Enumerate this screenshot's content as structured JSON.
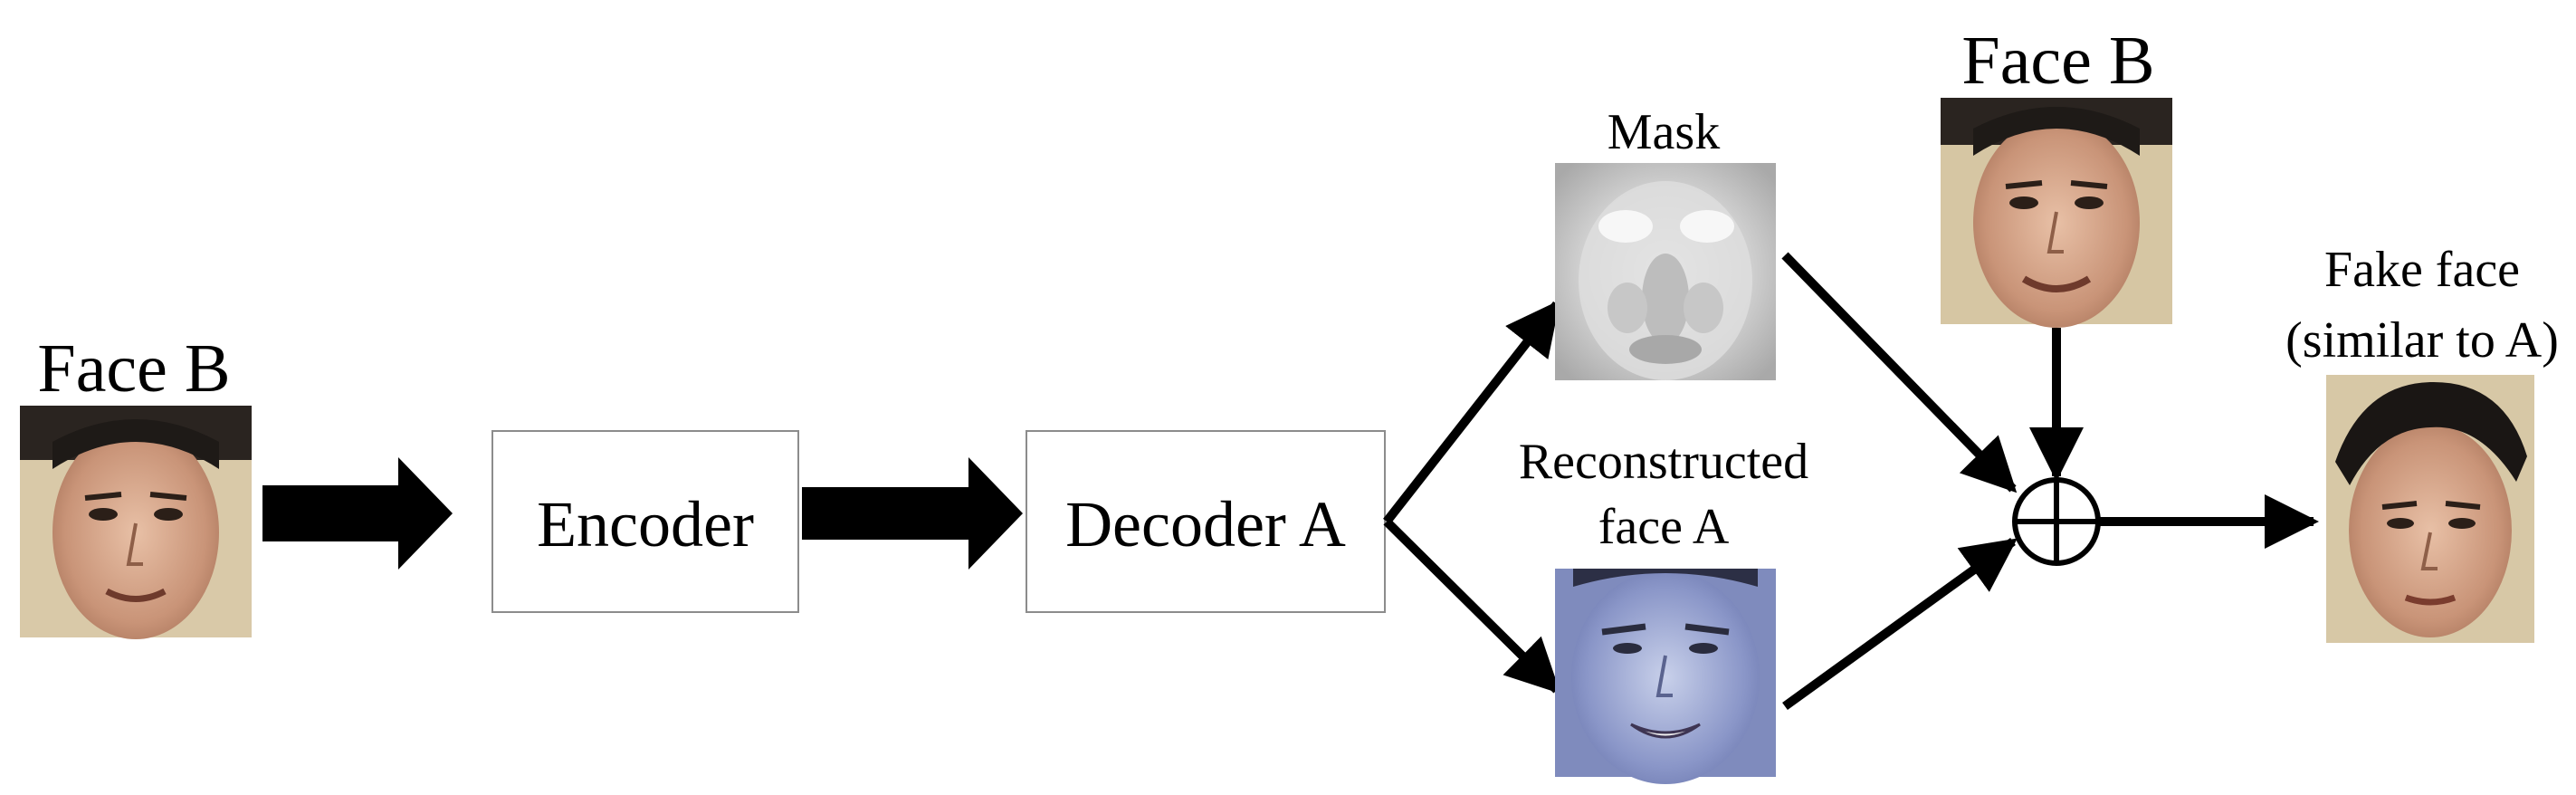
{
  "labels": {
    "face_b_input": "Face B",
    "encoder": "Encoder",
    "decoder_a": "Decoder A",
    "mask": "Mask",
    "reconstructed_line1": "Reconstructed",
    "reconstructed_line2": "face A",
    "face_b_top": "Face B",
    "fake_face_line1": "Fake face",
    "fake_face_line2": "(similar to A)"
  },
  "symbols": {
    "combine": "circled-plus"
  },
  "images": {
    "face_b_input": "face-b-photo",
    "mask": "mask-photo",
    "reconstructed": "reconstructed-face-a-photo",
    "face_b_top": "face-b-photo",
    "fake_face": "fake-face-photo"
  },
  "colors": {
    "stroke": "#000000",
    "box_border": "#8c8c8c",
    "background": "#ffffff"
  }
}
